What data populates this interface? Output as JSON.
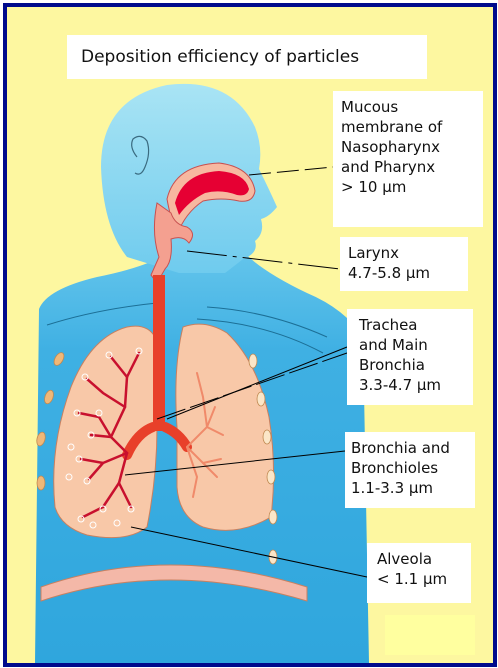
{
  "title": "Deposition efficiency of particles",
  "labels": {
    "nasopharynx": [
      "Mucous",
      "membrane of",
      "Nasopharynx",
      "and Pharynx",
      "> 10 μm"
    ],
    "larynx": [
      "Larynx",
      "4.7-5.8 μm"
    ],
    "trachea": [
      "Trachea",
      "and Main",
      "Bronchia",
      "3.3-4.7 μm"
    ],
    "bronchia": [
      "Bronchia and",
      "Bronchioles",
      "1.1-3.3 μm"
    ],
    "alveola": [
      "Alveola",
      "< 1.1 μm"
    ]
  },
  "colors": {
    "frame_border": "#000a8c",
    "background": "#fdf7a0",
    "body_blue": "#3fb0e3",
    "head_light_blue": "#a9e4f4",
    "airway_red": "#e8402a",
    "lung_pink": "#f8c8a8",
    "mucosa_red": "#e60033"
  }
}
